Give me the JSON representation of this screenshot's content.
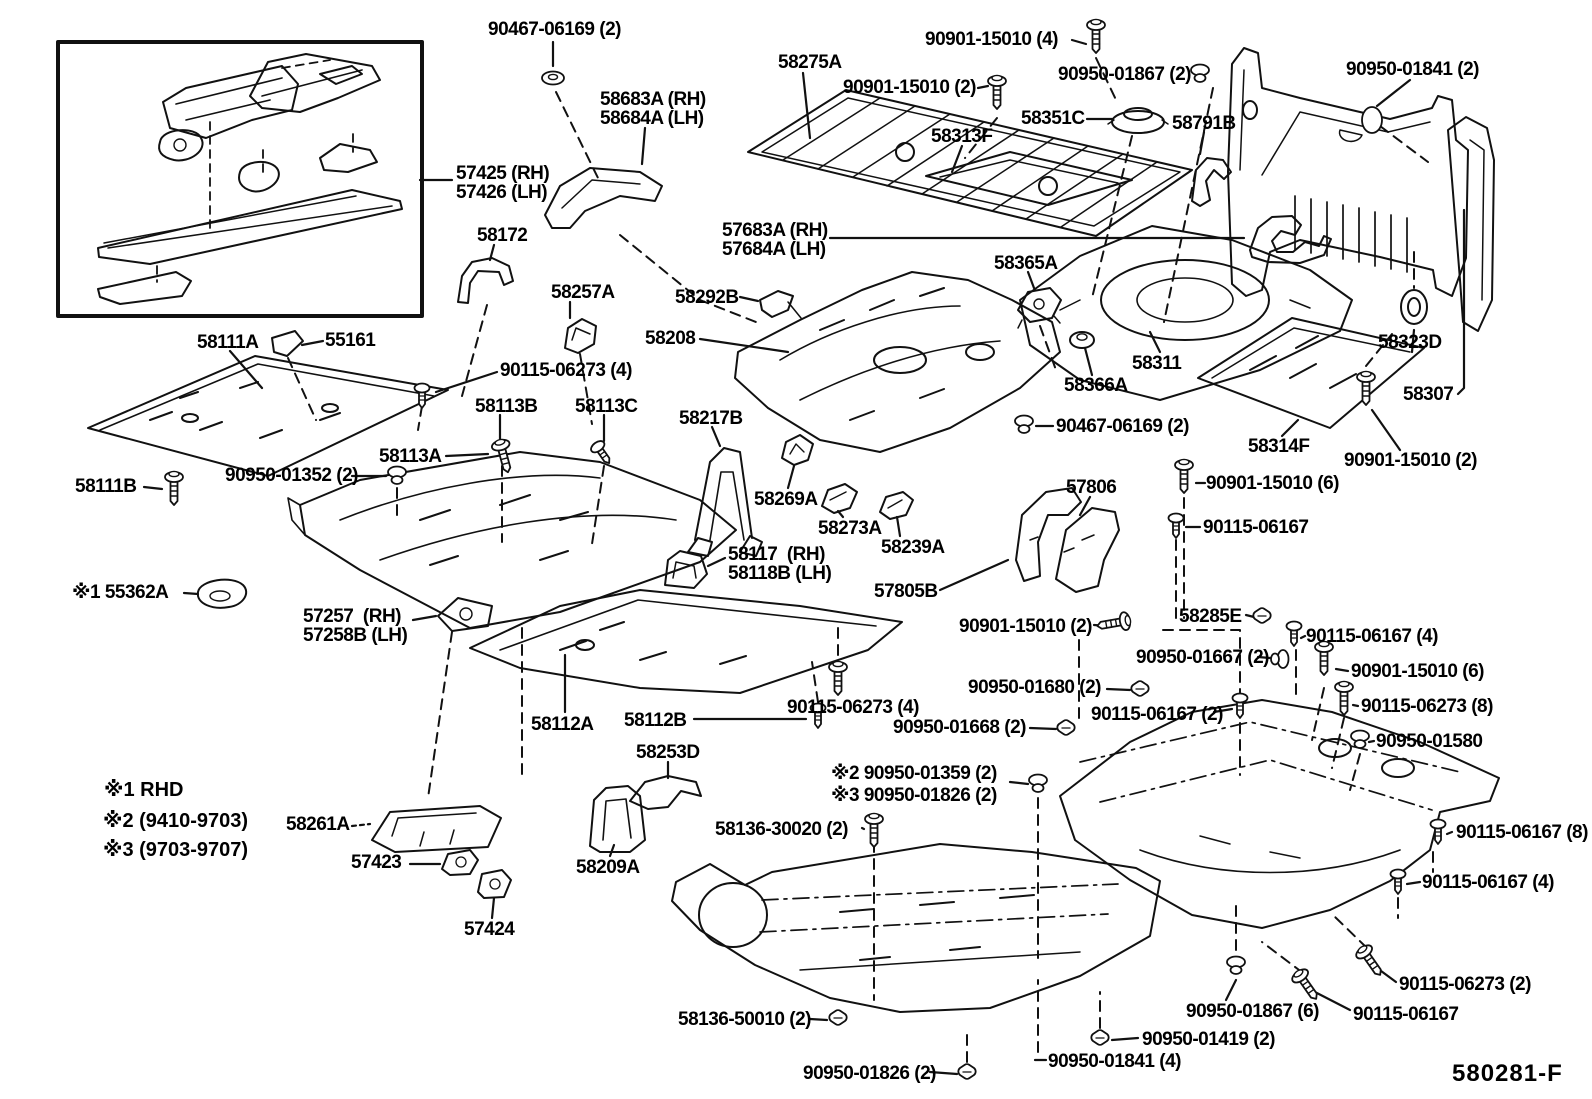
{
  "diagram": {
    "figure_number": "580281-F",
    "legend": [
      {
        "text": "※1 RHD"
      },
      {
        "text": "※2 (9410-9703)"
      },
      {
        "text": "※3 (9703-9707)"
      }
    ],
    "labels": [
      {
        "text": "90467-06169 (2)"
      },
      {
        "text": "58275A"
      },
      {
        "text": "90901-15010 (4)"
      },
      {
        "text": "90901-15010 (2)"
      },
      {
        "text": "90950-01867 (2)"
      },
      {
        "text": "90950-01841 (2)"
      },
      {
        "text": "58683A (RH)"
      },
      {
        "text": "58684A (LH)"
      },
      {
        "text": "58313F"
      },
      {
        "text": "58351C"
      },
      {
        "text": "58791B"
      },
      {
        "text": "57425 (RH)"
      },
      {
        "text": "57426 (LH)"
      },
      {
        "text": "58172"
      },
      {
        "text": "57683A (RH)"
      },
      {
        "text": "57684A (LH)"
      },
      {
        "text": "58292B"
      },
      {
        "text": "58257A"
      },
      {
        "text": "58365A"
      },
      {
        "text": "58208"
      },
      {
        "text": "58111A"
      },
      {
        "text": "55161"
      },
      {
        "text": "90115-06273 (4)"
      },
      {
        "text": "58113B"
      },
      {
        "text": "58113C"
      },
      {
        "text": "58311"
      },
      {
        "text": "58366A"
      },
      {
        "text": "58323D"
      },
      {
        "text": "58307"
      },
      {
        "text": "90467-06169 (2)"
      },
      {
        "text": "58314F"
      },
      {
        "text": "90901-15010 (2)"
      },
      {
        "text": "58113A"
      },
      {
        "text": "90950-01352 (2)"
      },
      {
        "text": "58217B"
      },
      {
        "text": "58111B"
      },
      {
        "text": "57806"
      },
      {
        "text": "90901-15010 (6)"
      },
      {
        "text": "58269A"
      },
      {
        "text": "90115-06167"
      },
      {
        "text": "58273A"
      },
      {
        "text": "58239A"
      },
      {
        "text": "58117  (RH)"
      },
      {
        "text": "58118B (LH)"
      },
      {
        "text": "※1 55362A"
      },
      {
        "text": "57805B"
      },
      {
        "text": "57257  (RH)"
      },
      {
        "text": "57258B (LH)"
      },
      {
        "text": "90901-15010 (2)"
      },
      {
        "text": "58285E"
      },
      {
        "text": "90115-06167 (4)"
      },
      {
        "text": "90950-01667 (2)"
      },
      {
        "text": "90901-15010 (6)"
      },
      {
        "text": "90950-01680 (2)"
      },
      {
        "text": "90115-06273 (8)"
      },
      {
        "text": "90115-06167 (2)"
      },
      {
        "text": "90950-01668 (2)"
      },
      {
        "text": "90950-01580"
      },
      {
        "text": "58112A"
      },
      {
        "text": "58112B"
      },
      {
        "text": "90115-06273 (4)"
      },
      {
        "text": "58253D"
      },
      {
        "text": "※2 90950-01359 (2)"
      },
      {
        "text": "※3 90950-01826 (2)"
      },
      {
        "text": "58136-30020 (2)"
      },
      {
        "text": "58261A"
      },
      {
        "text": "57423"
      },
      {
        "text": "58209A"
      },
      {
        "text": "57424"
      },
      {
        "text": "90115-06167 (8)"
      },
      {
        "text": "90115-06167 (4)"
      },
      {
        "text": "58136-50010 (2)"
      },
      {
        "text": "90950-01826 (2)"
      },
      {
        "text": "90950-01841 (4)"
      },
      {
        "text": "90950-01419 (2)"
      },
      {
        "text": "90950-01867 (6)"
      },
      {
        "text": "90115-06167"
      },
      {
        "text": "90115-06273 (2)"
      }
    ]
  }
}
